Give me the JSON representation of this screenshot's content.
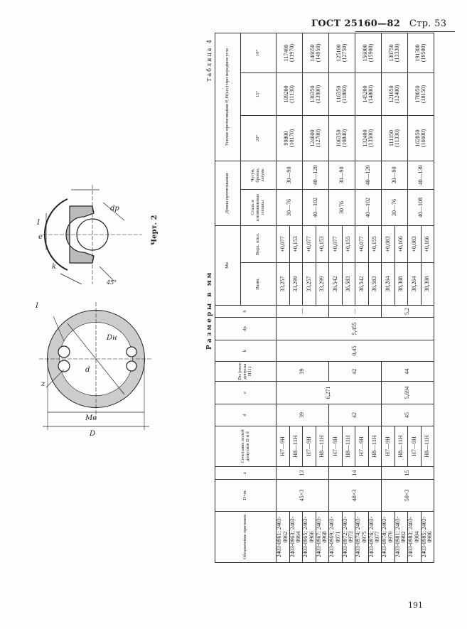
{
  "header": {
    "standard": "ГОСТ 25160—82",
    "page": "Стр. 53"
  },
  "page_number": "191",
  "drawing": {
    "caption": "Черт. 2",
    "labels": {
      "detail": "I",
      "e": "e",
      "k": "k",
      "dp": "dp",
      "angle": "45°",
      "z": "z",
      "D": "D",
      "Dn": "Dн",
      "d": "d",
      "Mv": "Mв"
    }
  },
  "table": {
    "title": "Размеры в мм",
    "number": "Таблица 4",
    "headers": {
      "designation": "Обозначение протяжек",
      "dxm": "D×m",
      "z": "z",
      "tol": "Сочетание полей допусков D и d",
      "d": "d",
      "e": "e",
      "dn": "Dн (поле допуска H11)",
      "k": "k",
      "dp": "dp",
      "h": "h",
      "mv": "Mв",
      "mv_nom": "Наим.",
      "mv_dev": "Верх. откл.",
      "length": "Длина протягивания",
      "len_steel": "Сталь и алюминиевые сплавы",
      "len_cast": "Чугун, бронза, латунь",
      "force": "Усилие протягивания P, Н(кгс) при переднем угле",
      "f20": "20°",
      "f15": "15°",
      "f10": "10°"
    },
    "rows": [
      {
        "designation": "2403-0961; 2403-0962",
        "tol": "H7—9H",
        "mv_nom": "33,257",
        "mv_dev": "+0,077"
      },
      {
        "designation": "2403-0963; 2403-0964",
        "tol": "H8—11H",
        "mv_nom": "33,299",
        "mv_dev": "+0,153"
      },
      {
        "designation": "2403-0965; 2403-0966",
        "tol": "H7—9H",
        "mv_nom": "33,257",
        "mv_dev": "+0,077"
      },
      {
        "designation": "2403-0967; 2403-0968",
        "tol": "H8—11H",
        "mv_nom": "33,299",
        "mv_dev": "+0,153"
      },
      {
        "designation": "2403-0969; 2403-0971",
        "tol": "H7—9H",
        "mv_nom": "36,542",
        "mv_dev": "+0,077"
      },
      {
        "designation": "2403-0972; 2403-0973",
        "tol": "H8—11H",
        "mv_nom": "36,583",
        "mv_dev": "+0,155"
      },
      {
        "designation": "2403-0974; 2403-0975",
        "tol": "H7—9H",
        "mv_nom": "36,542",
        "mv_dev": "+0,077"
      },
      {
        "designation": "2403-0976; 2403-0977",
        "tol": "H8—11H",
        "mv_nom": "36,583",
        "mv_dev": "+0,155"
      },
      {
        "designation": "2403-0978; 2403-0979",
        "tol": "H7—9H",
        "mv_nom": "38,264",
        "mv_dev": "+0,083"
      },
      {
        "designation": "2403-0981; 2403-0982",
        "tol": "H8—11H",
        "mv_nom": "38,308",
        "mv_dev": "+0,166"
      },
      {
        "designation": "2403-0983; 2403-0984",
        "tol": "H7—9H",
        "mv_nom": "38,264",
        "mv_dev": "+0,083"
      },
      {
        "designation": "2403-0985; 2403-0986",
        "tol": "H8—11H",
        "mv_nom": "38,308",
        "mv_dev": "+0,166"
      }
    ],
    "groups": {
      "dxm": [
        {
          "v": "45×3",
          "span": 4
        },
        {
          "v": "48×3",
          "span": 4
        },
        {
          "v": "50×3",
          "span": 4
        }
      ],
      "z": [
        {
          "v": "13",
          "span": 4
        },
        {
          "v": "14",
          "span": 4
        },
        {
          "v": "15",
          "span": 4
        }
      ],
      "d": [
        {
          "v": "39",
          "span": 4
        },
        {
          "v": "42",
          "span": 4
        },
        {
          "v": "45",
          "span": 4
        }
      ],
      "e": [
        {
          "v": "6,271",
          "span": 8
        },
        {
          "v": "5,694",
          "span": 4
        }
      ],
      "dn": [
        {
          "v": "39",
          "span": 4
        },
        {
          "v": "42",
          "span": 4
        },
        {
          "v": "44",
          "span": 4
        }
      ],
      "k": [
        {
          "v": "0,45",
          "span": 12
        }
      ],
      "dp": [
        {
          "v": "5,455",
          "span": 12
        }
      ],
      "h": [
        {
          "v": "—",
          "span": 4
        },
        {
          "v": "—",
          "span": 4
        },
        {
          "v": "5,2",
          "span": 4
        }
      ],
      "len_steel": [
        {
          "v": "30—76",
          "span": 2
        },
        {
          "v": "40—102",
          "span": 2
        },
        {
          "v": "30 76",
          "span": 2
        },
        {
          "v": "40—102",
          "span": 2
        },
        {
          "v": "30—76",
          "span": 2
        },
        {
          "v": "40—108",
          "span": 2
        }
      ],
      "len_cast": [
        {
          "v": "30—90",
          "span": 2
        },
        {
          "v": "40—120",
          "span": 2
        },
        {
          "v": "30—90",
          "span": 2
        },
        {
          "v": "40—120",
          "span": 2
        },
        {
          "v": "30—90",
          "span": 2
        },
        {
          "v": "40—130",
          "span": 2
        }
      ],
      "f20": [
        {
          "v": "99800\n(10170)",
          "span": 2
        },
        {
          "v": "124600\n(12700)",
          "span": 2
        },
        {
          "v": "106350\n(10840)",
          "span": 2
        },
        {
          "v": "132400\n(13500)",
          "span": 2
        },
        {
          "v": "111150\n(11330)",
          "span": 2
        },
        {
          "v": "162850\n(16600)",
          "span": 2
        }
      ],
      "f15": [
        {
          "v": "109200\n(11130)",
          "span": 2
        },
        {
          "v": "136350\n(13900)",
          "span": 2
        },
        {
          "v": "116350\n(11860)",
          "span": 2
        },
        {
          "v": "145200\n(14800)",
          "span": 2
        },
        {
          "v": "121650\n(12400)",
          "span": 2
        },
        {
          "v": "178050\n(18150)",
          "span": 2
        }
      ],
      "f10": [
        {
          "v": "117400\n(11970)",
          "span": 2
        },
        {
          "v": "146650\n(14950)",
          "span": 2
        },
        {
          "v": "125100\n(12750)",
          "span": 2
        },
        {
          "v": "156000\n(15900)",
          "span": 2
        },
        {
          "v": "130750\n(13330)",
          "span": 2
        },
        {
          "v": "191300\n(19500)",
          "span": 2
        }
      ]
    }
  }
}
